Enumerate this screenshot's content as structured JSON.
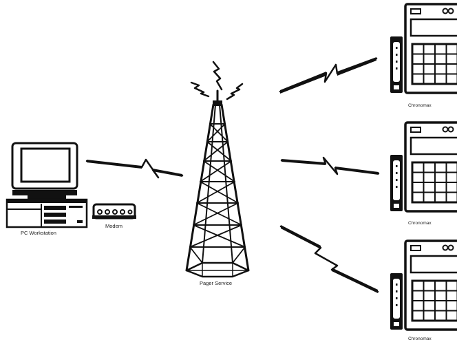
{
  "nodes": {
    "workstation": {
      "label": "PC Workstation",
      "icon": "desktop-computer"
    },
    "modem": {
      "label": "Modem",
      "icon": "modem"
    },
    "tower": {
      "label": "Pager Service",
      "icon": "radio-tower"
    },
    "devices": [
      {
        "label": "Chronomax",
        "icon": "keypad-terminal"
      },
      {
        "label": "Chronomax",
        "icon": "keypad-terminal"
      },
      {
        "label": "Chronomax",
        "icon": "keypad-terminal"
      }
    ]
  },
  "links": [
    {
      "from": "workstation",
      "to": "tower",
      "style": "wireless-zigzag"
    },
    {
      "from": "tower",
      "to": "devices.0",
      "style": "wireless-zigzag"
    },
    {
      "from": "tower",
      "to": "devices.1",
      "style": "wireless-zigzag"
    },
    {
      "from": "tower",
      "to": "devices.2",
      "style": "wireless-zigzag"
    }
  ],
  "colors": {
    "ink": "#111111",
    "background": "#ffffff",
    "screen": "#ffffff"
  }
}
